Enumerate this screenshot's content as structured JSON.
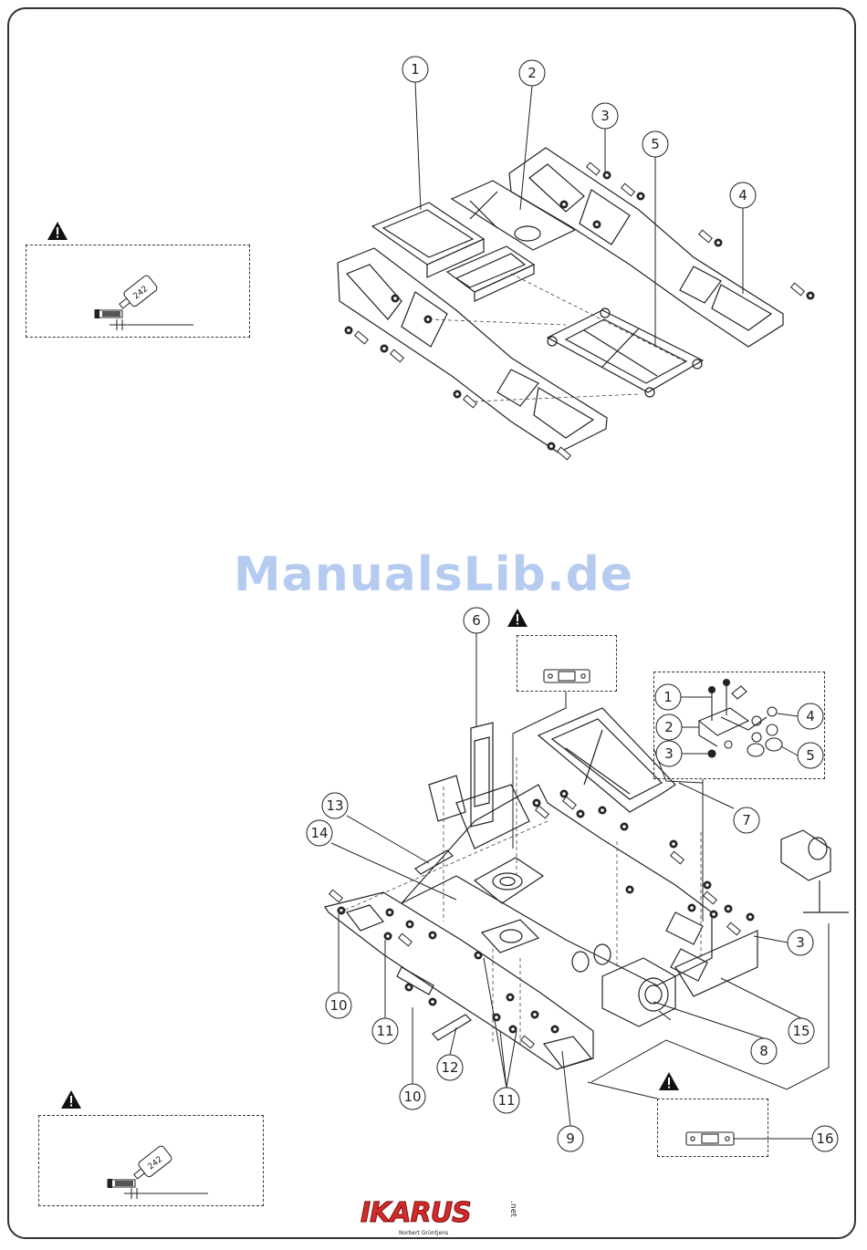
{
  "watermark": "ManualsLib.de",
  "warning_symbol": "warning-triangle-icon",
  "threadlock_label": "242",
  "logo": {
    "brand": "IKARUS",
    "suffix": ".net",
    "author": "Norbert Grüntjens"
  },
  "callouts_top": [
    "1",
    "2",
    "3",
    "4",
    "5"
  ],
  "callouts_bottom": [
    "6",
    "13",
    "14",
    "10",
    "11",
    "12",
    "10",
    "11",
    "9",
    "8",
    "15",
    "3",
    "7",
    "16"
  ],
  "callouts_inset": [
    "1",
    "2",
    "3",
    "4",
    "5"
  ]
}
